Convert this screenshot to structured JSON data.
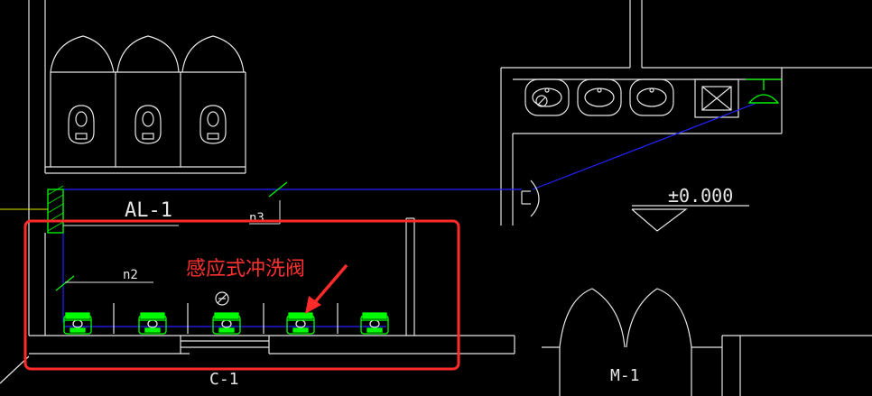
{
  "labels": {
    "panel": "AL-1",
    "circuit_top": "n3",
    "circuit_bottom": "n2",
    "elevation": "±0.000",
    "door_left": "C-1",
    "door_right": "M-1"
  },
  "annotation": {
    "text": "感应式冲洗阀"
  },
  "colors": {
    "background": "#000000",
    "walls": "#e6e6e6",
    "wiring": "#2222ff",
    "fixtures_highlight": "#00ff00",
    "annotation": "#ff2a2a"
  },
  "icons": [
    "squat-toilet-icon",
    "washbasin-icon",
    "floor-drain-icon",
    "light-fixture-icon",
    "flush-valve-icon",
    "distribution-panel-icon",
    "wall-switch-icon"
  ]
}
